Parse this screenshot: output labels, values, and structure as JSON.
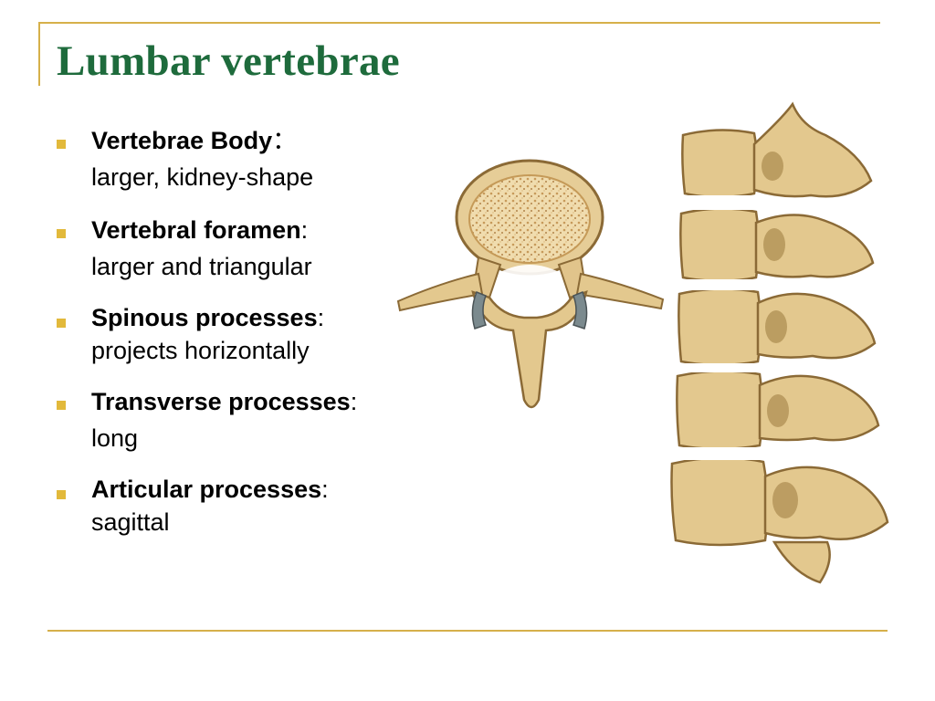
{
  "slide": {
    "title": "Lumbar vertebrae",
    "colors": {
      "title": "#1e6b3c",
      "accent": "#d6b04a",
      "bullet": "#e2b93b",
      "bone": "#e3c88e",
      "bone_dark": "#9c7a3e"
    },
    "bullets": [
      {
        "term": "Vertebrae Body",
        "sep": "：",
        "desc": "larger, kidney-shape"
      },
      {
        "term": "Vertebral foramen",
        "sep": ":",
        "desc": "larger and triangular"
      },
      {
        "term": "Spinous processes",
        "sep": ":",
        "desc": "projects horizontally"
      },
      {
        "term": "Transverse processes",
        "sep": ":",
        "desc": "long"
      },
      {
        "term": "Articular processes",
        "sep": ":",
        "desc": "sagittal"
      }
    ]
  }
}
